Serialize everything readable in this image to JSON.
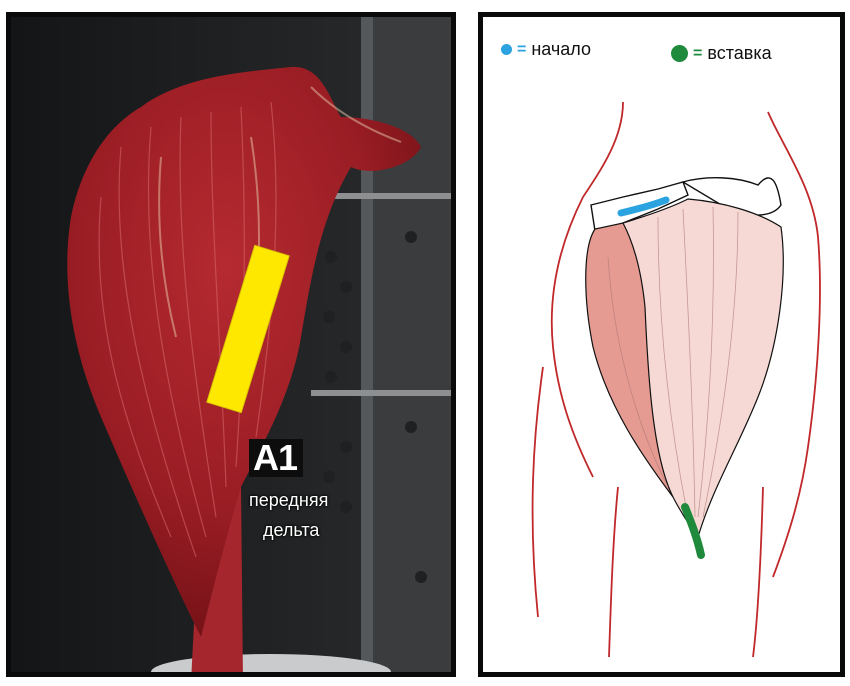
{
  "left": {
    "tag": "A1",
    "caption_line1": "передняя",
    "caption_line2": "дельта"
  },
  "legend": {
    "origin": {
      "label": "начало",
      "color": "#2aa3e0"
    },
    "insertion": {
      "label": "вставка",
      "color": "#1f8a3c"
    }
  },
  "colors": {
    "highlight": "#ffe800",
    "meat": "#a8222a",
    "muscle_front": "#f6d9d5",
    "muscle_side": "#e59a92",
    "skin_outline": "#c0282a"
  }
}
